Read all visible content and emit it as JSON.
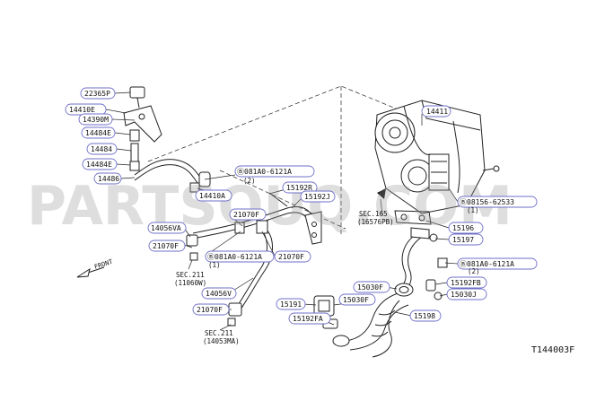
{
  "diagram_code": "T144003F",
  "watermark": "PARTSOUQ.COM",
  "front_label": "FRONT",
  "callouts": [
    {
      "id": "c-22365p",
      "text": "22365P"
    },
    {
      "id": "c-14410e",
      "text": "14410E"
    },
    {
      "id": "c-14390m",
      "text": "14390M"
    },
    {
      "id": "c-14484e-a",
      "text": "14484E"
    },
    {
      "id": "c-14484",
      "text": "14484"
    },
    {
      "id": "c-14484e-b",
      "text": "14484E"
    },
    {
      "id": "c-14486",
      "text": "14486"
    },
    {
      "id": "c-14411",
      "text": "14411"
    },
    {
      "id": "c-bolt-a",
      "text": "Ⓑ081A0-6121A"
    },
    {
      "id": "c-15192r",
      "text": "15192R"
    },
    {
      "id": "c-15192j",
      "text": "15192J"
    },
    {
      "id": "c-14410a",
      "text": "14410A"
    },
    {
      "id": "c-21070f-a",
      "text": "21070F"
    },
    {
      "id": "c-14056va",
      "text": "14056VA"
    },
    {
      "id": "c-21070f-b",
      "text": "21070F"
    },
    {
      "id": "c-bolt-b",
      "text": "Ⓑ081A0-6121A"
    },
    {
      "id": "c-21070f-c",
      "text": "21070F"
    },
    {
      "id": "c-14056v",
      "text": "14056V"
    },
    {
      "id": "c-21070f-d",
      "text": "21070F"
    },
    {
      "id": "c-bolt-c",
      "text": "Ⓑ08156-62533"
    },
    {
      "id": "c-15196",
      "text": "15196"
    },
    {
      "id": "c-15197",
      "text": "15197"
    },
    {
      "id": "c-bolt-d",
      "text": "Ⓑ081A0-6121A"
    },
    {
      "id": "c-15192fb",
      "text": "15192FB"
    },
    {
      "id": "c-15030j",
      "text": "15030J"
    },
    {
      "id": "c-15030f-a",
      "text": "15030F"
    },
    {
      "id": "c-15030f-b",
      "text": "15030F"
    },
    {
      "id": "c-15191",
      "text": "15191"
    },
    {
      "id": "c-15192fa",
      "text": "15192FA"
    },
    {
      "id": "c-15198",
      "text": "15198"
    }
  ],
  "qty_notes": [
    {
      "id": "q-a",
      "text": "(2)"
    },
    {
      "id": "q-b",
      "text": "(1)"
    },
    {
      "id": "q-c",
      "text": "(1)"
    },
    {
      "id": "q-d",
      "text": "(2)"
    }
  ],
  "section_refs": [
    {
      "id": "s-165",
      "line1": "SEC.165",
      "line2": "(16576PB)"
    },
    {
      "id": "s-211a",
      "line1": "SEC.211",
      "line2": "(11060W)"
    },
    {
      "id": "s-211b",
      "line1": "SEC.211",
      "line2": "(14053MA)"
    }
  ]
}
